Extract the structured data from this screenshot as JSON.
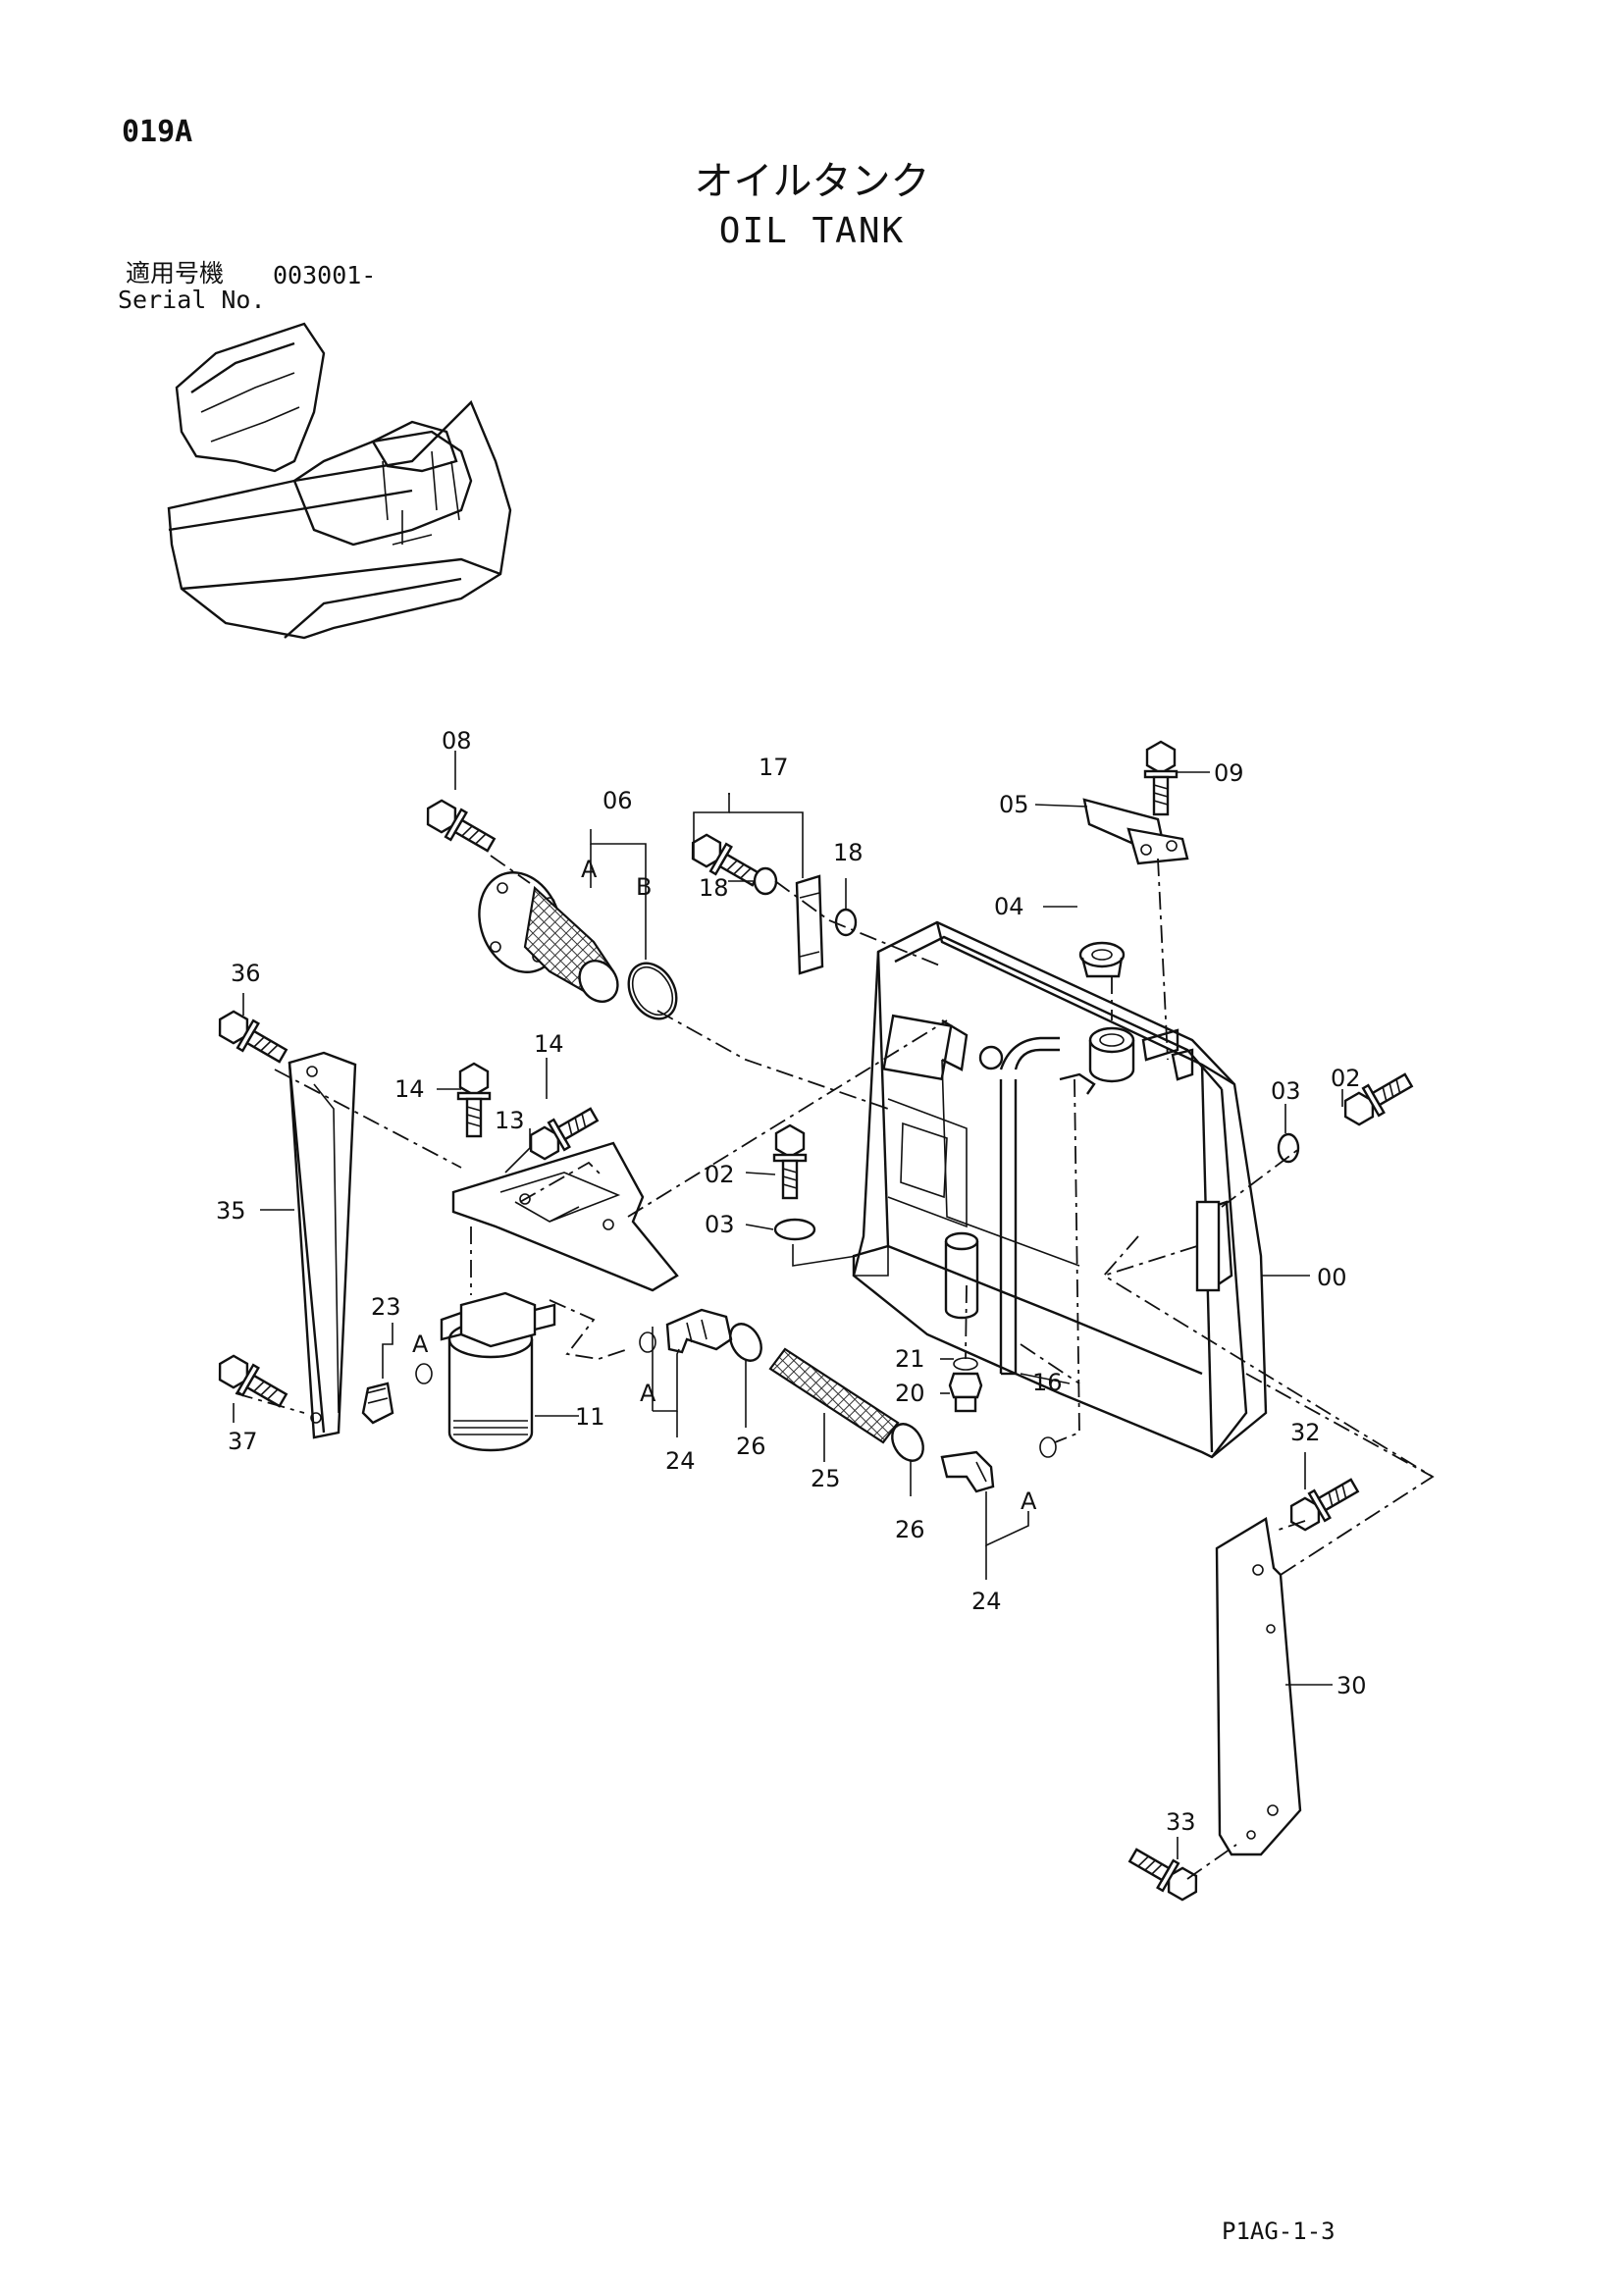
{
  "header": {
    "page_code": "019A",
    "title_ja": "オイルタンク",
    "title_en": "OIL TANK",
    "serial_label_ja": "適用号機",
    "serial_number": "003001-",
    "serial_label_en": "Serial No."
  },
  "footer": {
    "page_number": "P1AG-1-3"
  },
  "part_labels": {
    "p00": "00",
    "p02a": "02",
    "p02b": "02",
    "p03a": "03",
    "p03b": "03",
    "p04": "04",
    "p05": "05",
    "p06": "06",
    "p08": "08",
    "p09": "09",
    "p11": "11",
    "p13": "13",
    "p14a": "14",
    "p14b": "14",
    "p16": "16",
    "p17": "17",
    "p18a": "18",
    "p18b": "18",
    "p20": "20",
    "p21": "21",
    "p23": "23",
    "p24a": "24",
    "p24b": "24",
    "p25": "25",
    "p26a": "26",
    "p26b": "26",
    "p30": "30",
    "p32": "32",
    "p33": "33",
    "p35": "35",
    "p36": "36",
    "p37": "37"
  },
  "sub_labels": {
    "a1": "A",
    "b1": "B",
    "a2": "A",
    "a3": "A",
    "a4": "A"
  }
}
